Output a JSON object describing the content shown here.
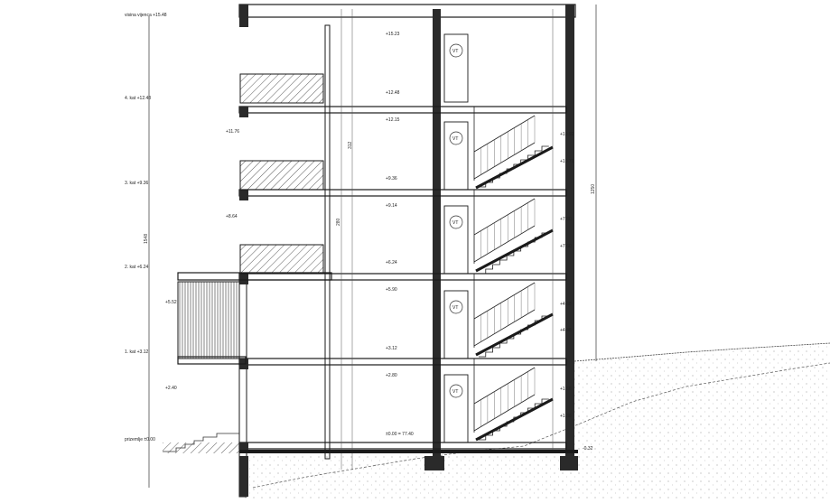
{
  "floors": [
    {
      "id": "vijenac",
      "name": "visina vijenca",
      "level": "+15.48"
    },
    {
      "id": "kat4",
      "name": "4. kat",
      "level": "+12.48"
    },
    {
      "id": "kat3",
      "name": "3. kat",
      "level": "+9.36"
    },
    {
      "id": "kat2",
      "name": "2. kat",
      "level": "+6.24"
    },
    {
      "id": "kat1",
      "name": "1. kat",
      "level": "+3.12"
    },
    {
      "id": "prizemlje",
      "name": "prizemlje",
      "level": "±0.00"
    }
  ],
  "left_levels": [
    {
      "id": "l1",
      "text": "+11.76"
    },
    {
      "id": "l2",
      "text": "+8.64"
    },
    {
      "id": "l3",
      "text": "+5.52"
    },
    {
      "id": "l4",
      "text": "+2.40"
    }
  ],
  "interior_levels": [
    {
      "id": "i1",
      "text": "+15.23"
    },
    {
      "id": "i2",
      "text": "+12.48"
    },
    {
      "id": "i3",
      "text": "+12.15"
    },
    {
      "id": "i4",
      "text": "+9.36"
    },
    {
      "id": "i5",
      "text": "+9.14"
    },
    {
      "id": "i6",
      "text": "+6.24"
    },
    {
      "id": "i7",
      "text": "+5.90"
    },
    {
      "id": "i8",
      "text": "+3.12"
    },
    {
      "id": "i9",
      "text": "+2.80"
    },
    {
      "id": "i10",
      "text": "±0.00 = 77.40"
    }
  ],
  "stair_levels": [
    {
      "id": "s1",
      "text": "+10.92"
    },
    {
      "id": "s2",
      "text": "+10.71"
    },
    {
      "id": "s3",
      "text": "+7.80"
    },
    {
      "id": "s4",
      "text": "+7.60"
    },
    {
      "id": "s5",
      "text": "+4.68"
    },
    {
      "id": "s6",
      "text": "+4.48"
    },
    {
      "id": "s7",
      "text": "+1.56"
    },
    {
      "id": "s8",
      "text": "+1.36"
    },
    {
      "id": "s9",
      "text": "-0.32"
    }
  ],
  "dims": {
    "storey_height": "312",
    "clear_height": "280",
    "total_height": "1548",
    "right_total": "1250"
  },
  "lift_label": "VT",
  "colors": {
    "line": "#1a1a1a",
    "hatch": "#444444",
    "wall": "#2a2a2a",
    "ground": "#888888"
  }
}
